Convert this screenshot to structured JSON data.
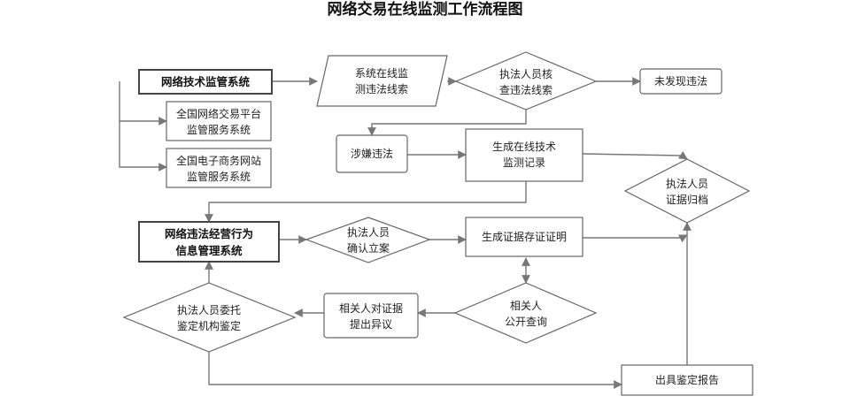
{
  "title": "网络交易在线监测工作流程图",
  "nodes": {
    "tech_system": "网络技术监管系统",
    "national_platform": [
      "全国网络交易平台",
      "监管服务系统"
    ],
    "national_ecommerce": [
      "全国电子商务网站",
      "监管服务系统"
    ],
    "online_detect": [
      "系统在线监",
      "测违法线索"
    ],
    "officer_verify": [
      "执法人员核",
      "查违法线索"
    ],
    "no_violation": "未发现违法",
    "suspected": "涉嫌违法",
    "gen_record": [
      "生成在线技术",
      "监测记录"
    ],
    "archive": [
      "执法人员",
      "证据归档"
    ],
    "info_system": [
      "网络违法经营行为",
      "信息管理系统"
    ],
    "confirm_case": [
      "执法人员",
      "确认立案"
    ],
    "gen_evidence": "生成证据存证证明",
    "entrust": [
      "执法人员委托",
      "鉴定机构鉴定"
    ],
    "objection": [
      "相关人对证据",
      "提出异议"
    ],
    "public_query": [
      "相关人",
      "公开查询"
    ],
    "report": "出具鉴定报告"
  }
}
